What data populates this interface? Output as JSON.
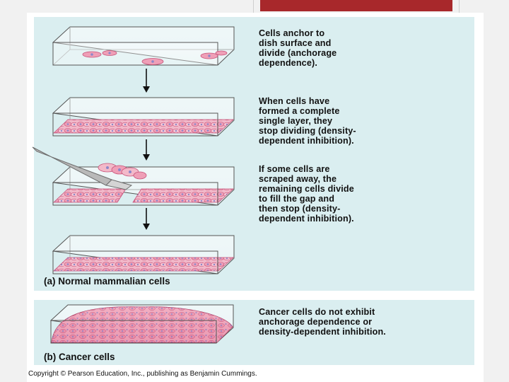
{
  "slide": {
    "accent_color": "#a8282b",
    "panel_color": "#daeef0"
  },
  "figure": {
    "steps": [
      {
        "text": "Cells anchor to\ndish surface and\ndivide (anchorage\ndependence)."
      },
      {
        "text": "When cells have\nformed a complete\nsingle layer, they\nstop dividing (density-\ndependent inhibition)."
      },
      {
        "text": "If some cells are\nscraped away, the\nremaining cells divide\nto fill the gap and\nthen stop (density-\ndependent inhibition)."
      }
    ],
    "panel_a_label": "(a) Normal mammalian cells",
    "cancer_text": "Cancer cells do not exhibit\nanchorage dependence or\ndensity-dependent inhibition.",
    "panel_b_label": "(b) Cancer cells",
    "copyright": "Copyright © Pearson Education, Inc., publishing as Benjamin Cummings."
  }
}
